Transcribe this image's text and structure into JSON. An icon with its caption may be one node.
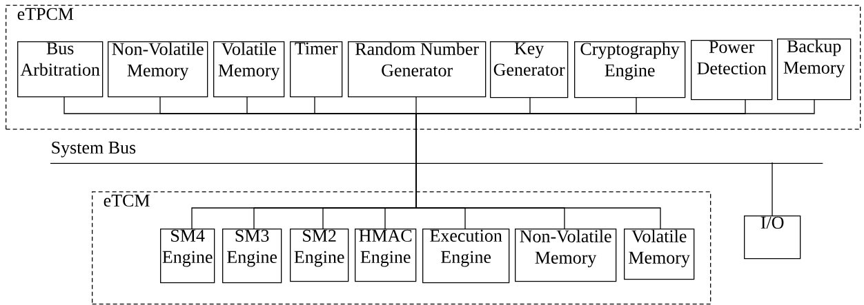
{
  "diagram": {
    "nodes": [
      {
        "text": [
          "eTPCM"
        ]
      },
      {
        "text": [
          "Bus Arbitration"
        ],
        "in": 0
      },
      {
        "text": [
          "Non-Volatile Memory"
        ],
        "in": 0
      },
      {
        "text": [
          "Volatile Memory"
        ],
        "in": 0
      },
      {
        "text": [
          "Timer"
        ],
        "in": 0
      },
      {
        "text": [
          "Random Number Generator"
        ],
        "in": 0
      },
      {
        "text": [
          "Key Generator"
        ],
        "in": 0
      },
      {
        "text": [
          "Cryptography Engine"
        ],
        "in": 0
      },
      {
        "text": [
          "Power Detection"
        ],
        "in": 0
      },
      {
        "text": [
          "Backup Memory"
        ],
        "in": 0
      },
      {
        "text": [
          "System Bus"
        ]
      },
      {
        "text": [
          "eTCM"
        ]
      },
      {
        "text": [
          "SM4 Engine"
        ],
        "in": 11
      },
      {
        "text": [
          "SM3 Engine"
        ],
        "in": 11
      },
      {
        "text": [
          "SM2 Engine"
        ],
        "in": 11
      },
      {
        "text": [
          "HMAC Engine"
        ],
        "in": 11
      },
      {
        "text": [
          "Execution Engine"
        ],
        "in": 11
      },
      {
        "text": [
          "Non-Volatile Memory"
        ],
        "in": 11
      },
      {
        "text": [
          "Volatile Memory"
        ],
        "in": 11
      },
      {
        "text": [
          "I/O"
        ]
      }
    ],
    "edges": [
      {
        "from": 1,
        "to": 10,
        "arrow": "none"
      },
      {
        "from": 2,
        "to": 10,
        "arrow": "none"
      },
      {
        "from": 3,
        "to": 10,
        "arrow": "none"
      },
      {
        "from": 4,
        "to": 10,
        "arrow": "none"
      },
      {
        "from": 5,
        "to": 10,
        "arrow": "none"
      },
      {
        "from": 6,
        "to": 10,
        "arrow": "none"
      },
      {
        "from": 7,
        "to": 10,
        "arrow": "none"
      },
      {
        "from": 8,
        "to": 10,
        "arrow": "none"
      },
      {
        "from": 9,
        "to": 10,
        "arrow": "none"
      },
      {
        "from": 10,
        "to": 12,
        "arrow": "none"
      },
      {
        "from": 10,
        "to": 13,
        "arrow": "none"
      },
      {
        "from": 10,
        "to": 14,
        "arrow": "none"
      },
      {
        "from": 10,
        "to": 15,
        "arrow": "none"
      },
      {
        "from": 10,
        "to": 16,
        "arrow": "none"
      },
      {
        "from": 10,
        "to": 17,
        "arrow": "none"
      },
      {
        "from": 10,
        "to": 18,
        "arrow": "none"
      },
      {
        "from": 10,
        "to": 19,
        "arrow": "none"
      }
    ]
  }
}
